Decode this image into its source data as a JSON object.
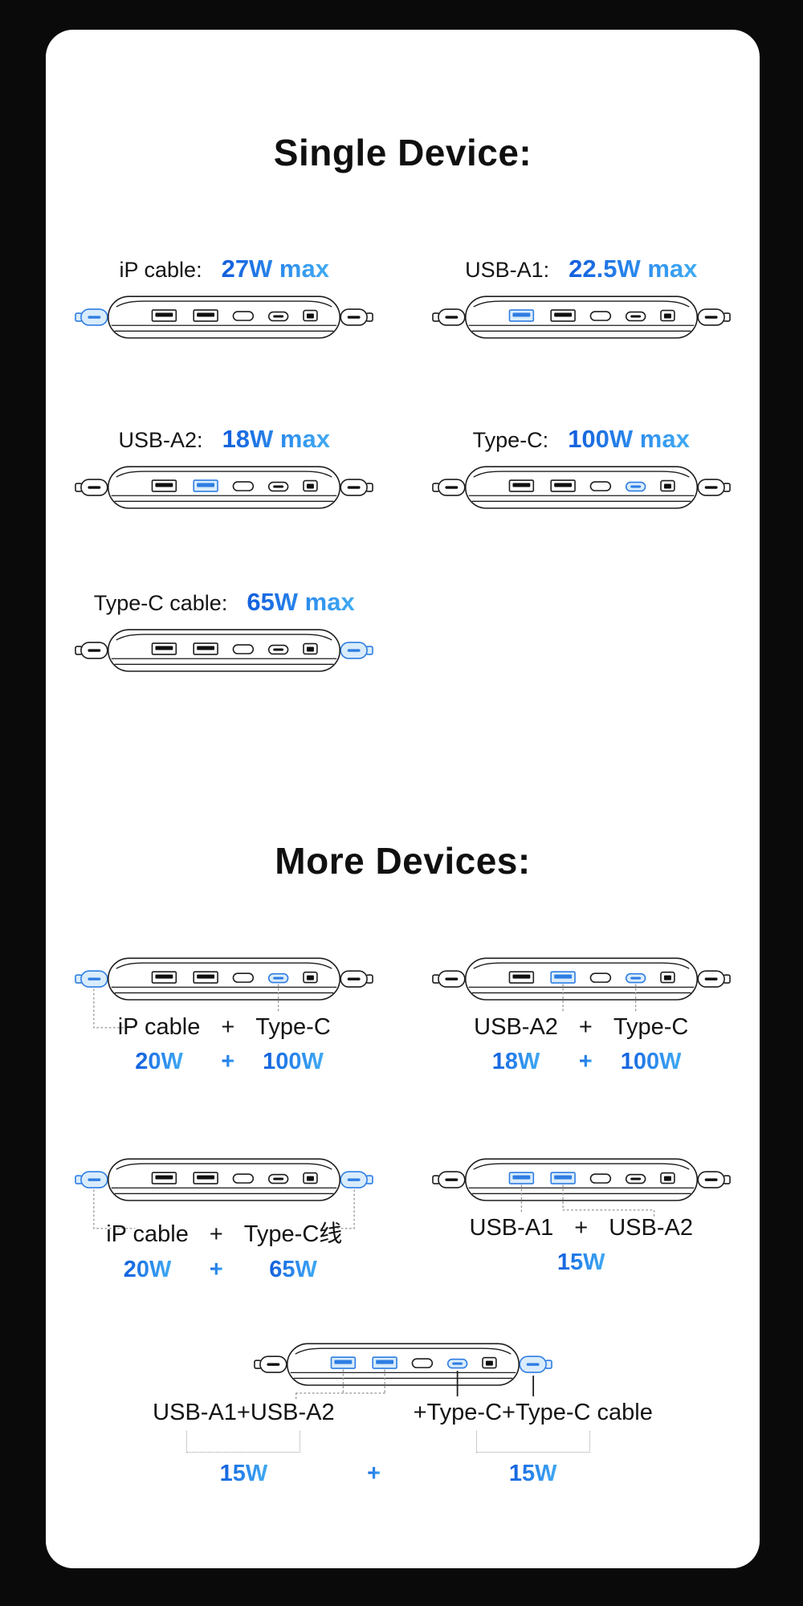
{
  "colors": {
    "background": "#0a0a0a",
    "card": "#ffffff",
    "accent_blue_start": "#1360dd",
    "accent_blue_end": "#3fa9f2",
    "highlight_fill": "#d9ecfb",
    "highlight_stroke": "#2e7de3",
    "outline": "#1d1d1f",
    "dotted_line": "#9b9b9b"
  },
  "single": {
    "title": "Single Device:",
    "items": [
      {
        "label": "iP cable:",
        "value": "27W max",
        "highlights": [
          "cable-left"
        ]
      },
      {
        "label": "USB-A1:",
        "value": "22.5W max",
        "highlights": [
          "usb-a1"
        ]
      },
      {
        "label": "USB-A2:",
        "value": "18W max",
        "highlights": [
          "usb-a2"
        ]
      },
      {
        "label": "Type-C:",
        "value": "100W max",
        "highlights": [
          "type-c"
        ]
      },
      {
        "label": "Type-C cable:",
        "value": "65W max",
        "highlights": [
          "cable-right"
        ]
      }
    ]
  },
  "more": {
    "title": "More Devices:",
    "items": [
      {
        "parts": [
          "iP cable",
          "+",
          "Type-C"
        ],
        "watts": [
          "20W",
          "+",
          "100W"
        ],
        "highlights": [
          "cable-left",
          "type-c"
        ],
        "callouts": [
          {
            "port": "cable-left",
            "style": "elbow"
          },
          {
            "port": "type-c",
            "style": "down"
          }
        ]
      },
      {
        "parts": [
          "USB-A2",
          "+",
          "Type-C"
        ],
        "watts": [
          "18W",
          "+",
          "100W"
        ],
        "highlights": [
          "usb-a2",
          "type-c"
        ],
        "callouts": [
          {
            "port": "usb-a2",
            "style": "down"
          },
          {
            "port": "type-c",
            "style": "down"
          }
        ]
      },
      {
        "parts": [
          "iP cable",
          "+",
          "Type-C线"
        ],
        "watts": [
          "20W",
          "+",
          "65W"
        ],
        "highlights": [
          "cable-left",
          "cable-right"
        ],
        "callouts": [
          {
            "port": "cable-left",
            "style": "elbow"
          },
          {
            "port": "cable-right",
            "style": "elbow"
          }
        ]
      },
      {
        "parts": [
          "USB-A1",
          "+",
          "USB-A2"
        ],
        "watts": [
          "15W"
        ],
        "highlights": [
          "usb-a1",
          "usb-a2"
        ],
        "callouts": [
          {
            "port": "usb-a1",
            "style": "down"
          },
          {
            "port": "usb-a2",
            "style": "down-right"
          }
        ]
      }
    ],
    "wide_item": {
      "parts": [
        "USB-A1+USB-A2",
        "+Type-C+Type-C cable"
      ],
      "watts": [
        "15W",
        "+",
        "15W"
      ],
      "highlights": [
        "usb-a1",
        "usb-a2",
        "type-c",
        "cable-right"
      ],
      "callouts": [
        {
          "port": "usb-pair",
          "style": "bracket"
        },
        {
          "port": "type-c",
          "style": "solid-down"
        },
        {
          "port": "cable-right",
          "style": "solid-down"
        }
      ]
    }
  },
  "device_ports": [
    "usb-a1",
    "usb-a2",
    "oval-port",
    "type-c",
    "ip-port",
    "cable-left",
    "cable-right"
  ]
}
